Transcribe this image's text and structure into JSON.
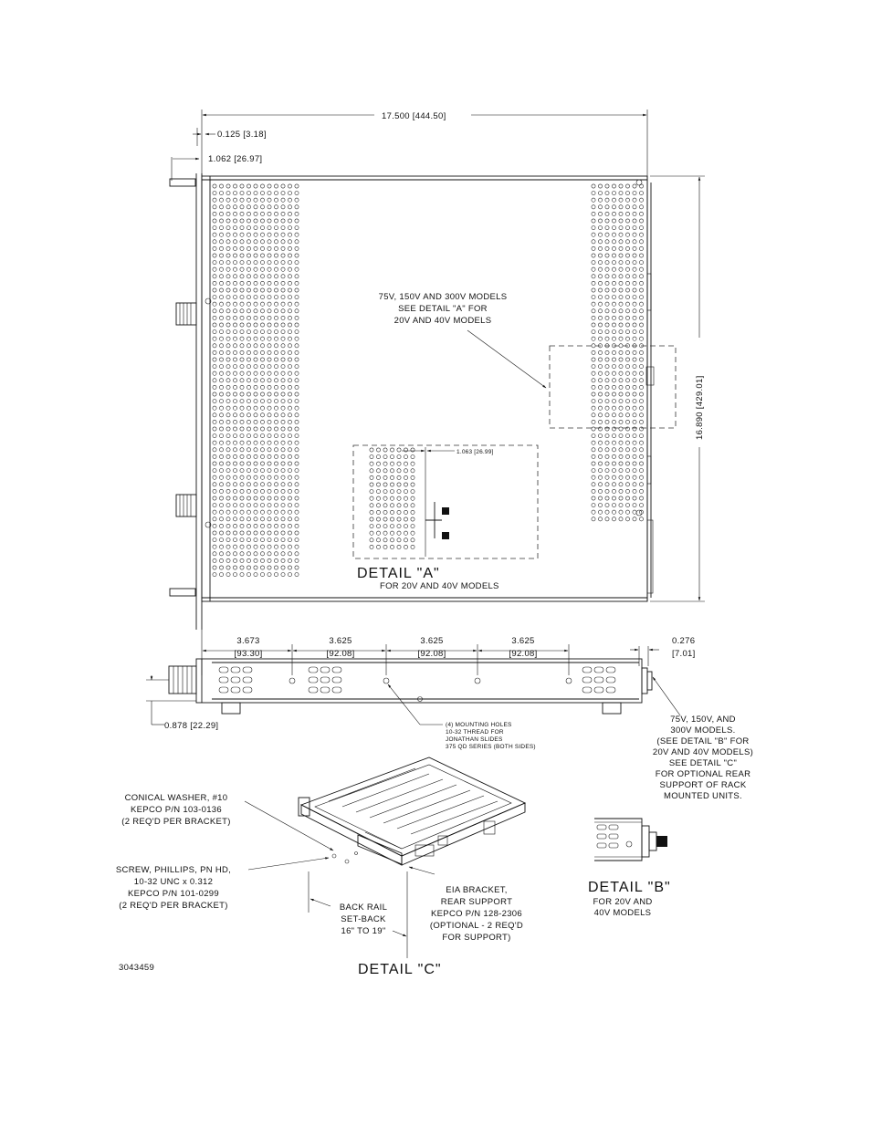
{
  "top_view": {
    "dim_overall_width": "17.500 [444.50]",
    "dim_flange": "0.125 [3.18]",
    "dim_handle": "1.062 [26.97]",
    "dim_depth": "16.890 [429.01]",
    "note_models": [
      "75V, 150V AND 300V MODELS",
      "SEE DETAIL \"A\" FOR",
      "20V AND 40V MODELS"
    ]
  },
  "detail_a": {
    "title": "DETAIL \"A\"",
    "subtitle": "FOR 20V AND 40V MODELS",
    "dim": "1.063 [26.99]"
  },
  "side_view": {
    "spacing": [
      {
        "in": "3.673",
        "mm": "[93.30]"
      },
      {
        "in": "3.625",
        "mm": "[92.08]"
      },
      {
        "in": "3.625",
        "mm": "[92.08]"
      },
      {
        "in": "3.625",
        "mm": "[92.08]"
      }
    ],
    "dim_rear": "0.276",
    "dim_rear_mm": "[7.01]",
    "dim_height": "0.878 [22.29]",
    "note_holes": [
      "(4) MOUNTING HOLES",
      "10-32 THREAD FOR",
      "JONATHAN SLIDES",
      "375 QD SERIES (BOTH SIDES)"
    ],
    "note_detail_b": [
      "75V, 150V, AND",
      "300V MODELS.",
      "(SEE DETAIL \"B\" FOR",
      "20V AND 40V MODELS)",
      "SEE DETAIL \"C\"",
      "FOR OPTIONAL REAR",
      "SUPPORT OF RACK",
      "MOUNTED UNITS."
    ]
  },
  "detail_c": {
    "title": "DETAIL \"C\"",
    "washer": [
      "CONICAL WASHER, #10",
      "KEPCO P/N 103-0136",
      "(2 REQ'D PER BRACKET)"
    ],
    "screw": [
      "SCREW, PHILLIPS, PN HD,",
      "10-32 UNC x 0.312",
      "KEPCO P/N 101-0299",
      "(2 REQ'D PER BRACKET)"
    ],
    "bracket": [
      "EIA BRACKET,",
      "REAR SUPPORT",
      "KEPCO P/N 128-2306",
      "(OPTIONAL - 2 REQ'D",
      "FOR SUPPORT)"
    ],
    "rail": [
      "BACK RAIL",
      "SET-BACK",
      "16\" TO 19\""
    ]
  },
  "detail_b": {
    "title": "DETAIL \"B\"",
    "subtitle": [
      "FOR 20V AND",
      "40V MODELS"
    ]
  },
  "drawing_number": "3043459"
}
